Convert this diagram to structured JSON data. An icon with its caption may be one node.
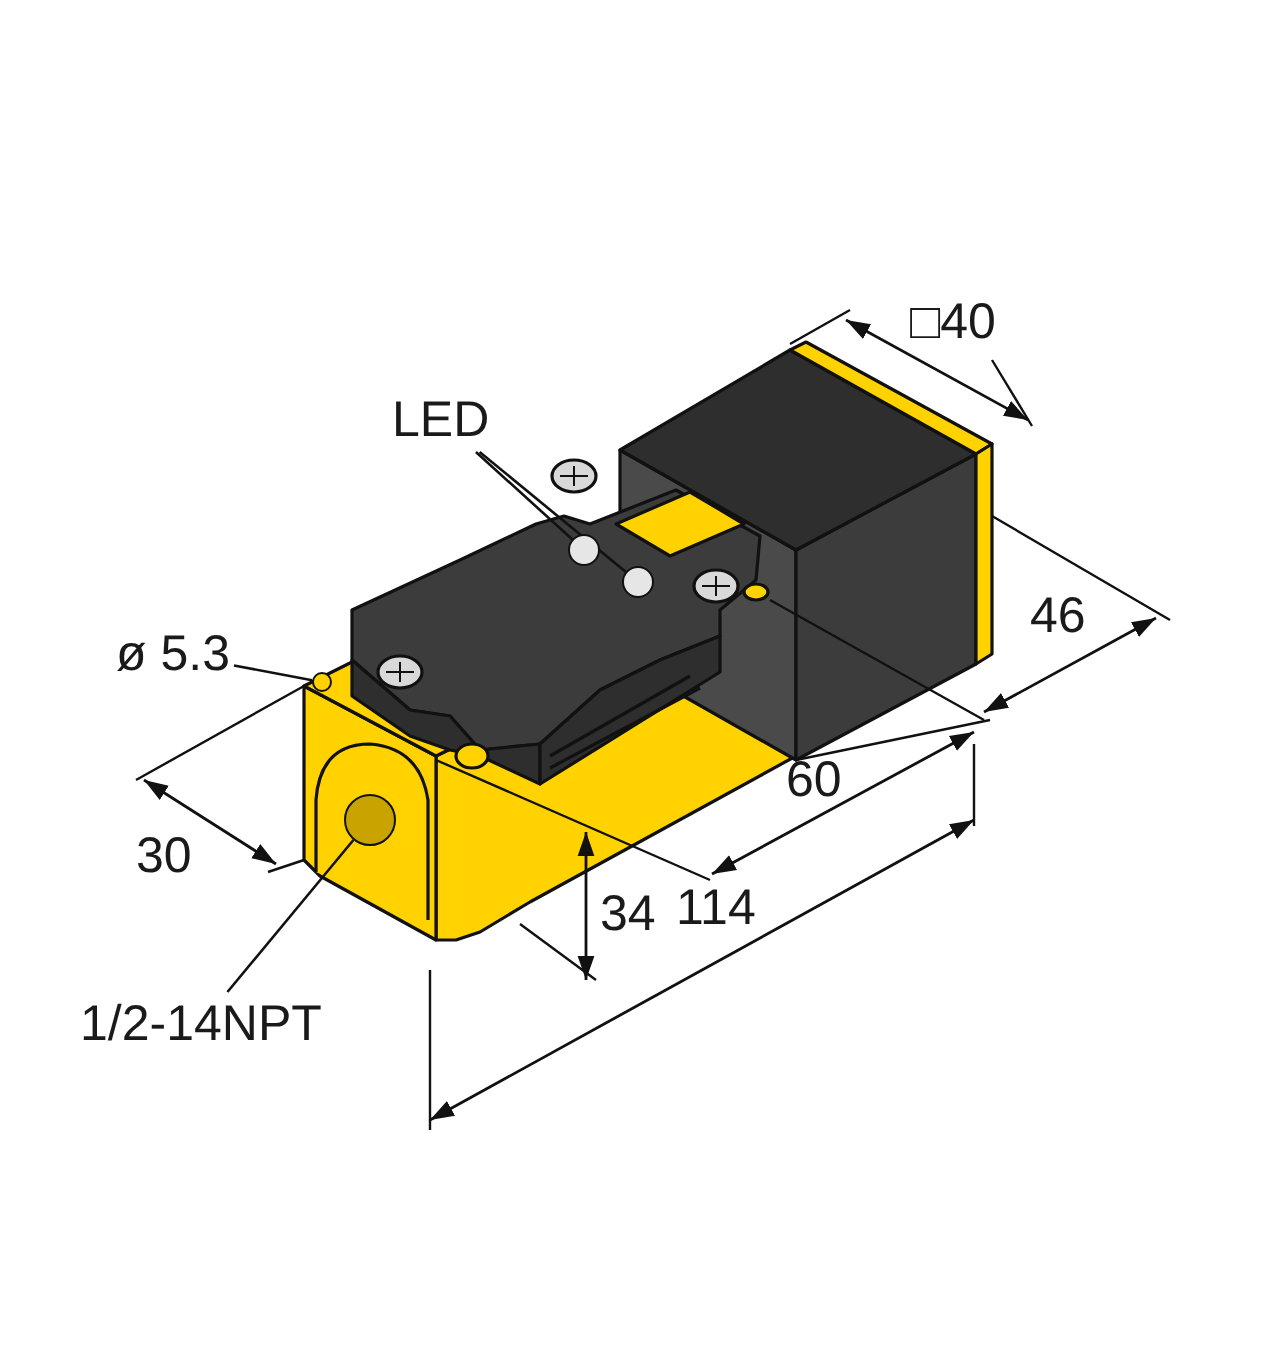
{
  "diagram": {
    "nodes": [
      {
        "text": [
          "LED"
        ]
      },
      {
        "text": [],
        "shape": "circle"
      },
      {
        "text": [],
        "shape": "circle"
      },
      {
        "text": [
          "ø 5.3"
        ]
      },
      {
        "text": [],
        "shape": "circle"
      },
      {
        "text": [
          "1/2-14NPT"
        ]
      },
      {
        "text": [],
        "shape": "circle"
      }
    ],
    "edges": [
      {
        "from": 0,
        "to": 1,
        "arrow": "none"
      },
      {
        "from": 0,
        "to": 2,
        "arrow": "none"
      },
      {
        "from": 3,
        "to": 4,
        "arrow": "none"
      },
      {
        "from": 5,
        "to": 6,
        "arrow": "none"
      }
    ],
    "labels": [
      "□40",
      "46",
      "60",
      "114",
      "34",
      "30"
    ]
  }
}
